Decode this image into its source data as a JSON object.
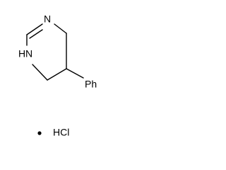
{
  "molecule": {
    "atoms": {
      "n_top": "N",
      "nh_left": "N",
      "nh_h": "H",
      "phenyl": "Ph"
    },
    "salt": {
      "counterion": "HCl"
    }
  }
}
